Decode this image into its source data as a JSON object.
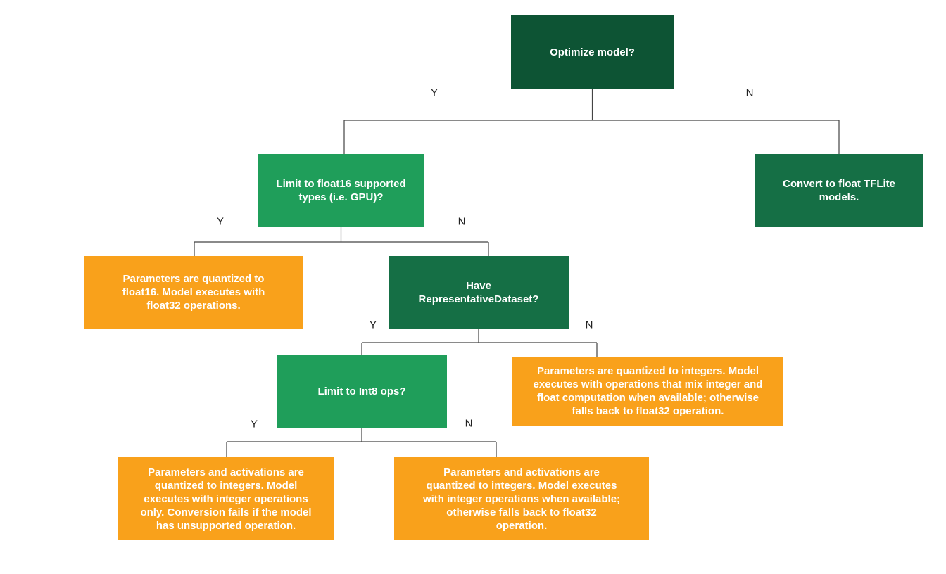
{
  "diagram": {
    "nodes": {
      "optimize": {
        "label": "Optimize model?",
        "color": "#0D5434"
      },
      "limit_float16": {
        "label": "Limit to float16 supported\ntypes (i.e. GPU)?",
        "color": "#1F9E5A"
      },
      "convert_float": {
        "label": "Convert to float TFLite\nmodels.",
        "color": "#156F45"
      },
      "float16_result": {
        "label": "Parameters are quantized to\nfloat16. Model executes with\nfloat32 operations.",
        "color": "#F9A11B"
      },
      "have_dataset": {
        "label": "Have\nRepresentativeDataset?",
        "color": "#156F45"
      },
      "mixed_result": {
        "label": "Parameters are quantized to integers. Model\nexecutes with operations that mix integer and\nfloat computation when available; otherwise\nfalls back to float32 operation.",
        "color": "#F9A11B"
      },
      "limit_int8": {
        "label": "Limit to Int8 ops?",
        "color": "#1F9E5A"
      },
      "int8_only_result": {
        "label": "Parameters and activations are\nquantized to integers. Model\nexecutes with integer operations\nonly. Conversion fails if the model\nhas unsupported operation.",
        "color": "#F9A11B"
      },
      "int8_fallback_result": {
        "label": "Parameters and activations are\nquantized to integers. Model executes\nwith integer operations when available;\notherwise falls back to float32\noperation.",
        "color": "#F9A11B"
      }
    },
    "edge_labels": {
      "optimize_yes": "Y",
      "optimize_no": "N",
      "float16_yes": "Y",
      "float16_no": "N",
      "dataset_yes": "Y",
      "dataset_no": "N",
      "int8_yes": "Y",
      "int8_no": "N"
    },
    "colors": {
      "connector_line": "#444444",
      "edge_label_text": "#212121",
      "node_text": "#FFFFFF",
      "background": "#FFFFFF"
    }
  }
}
